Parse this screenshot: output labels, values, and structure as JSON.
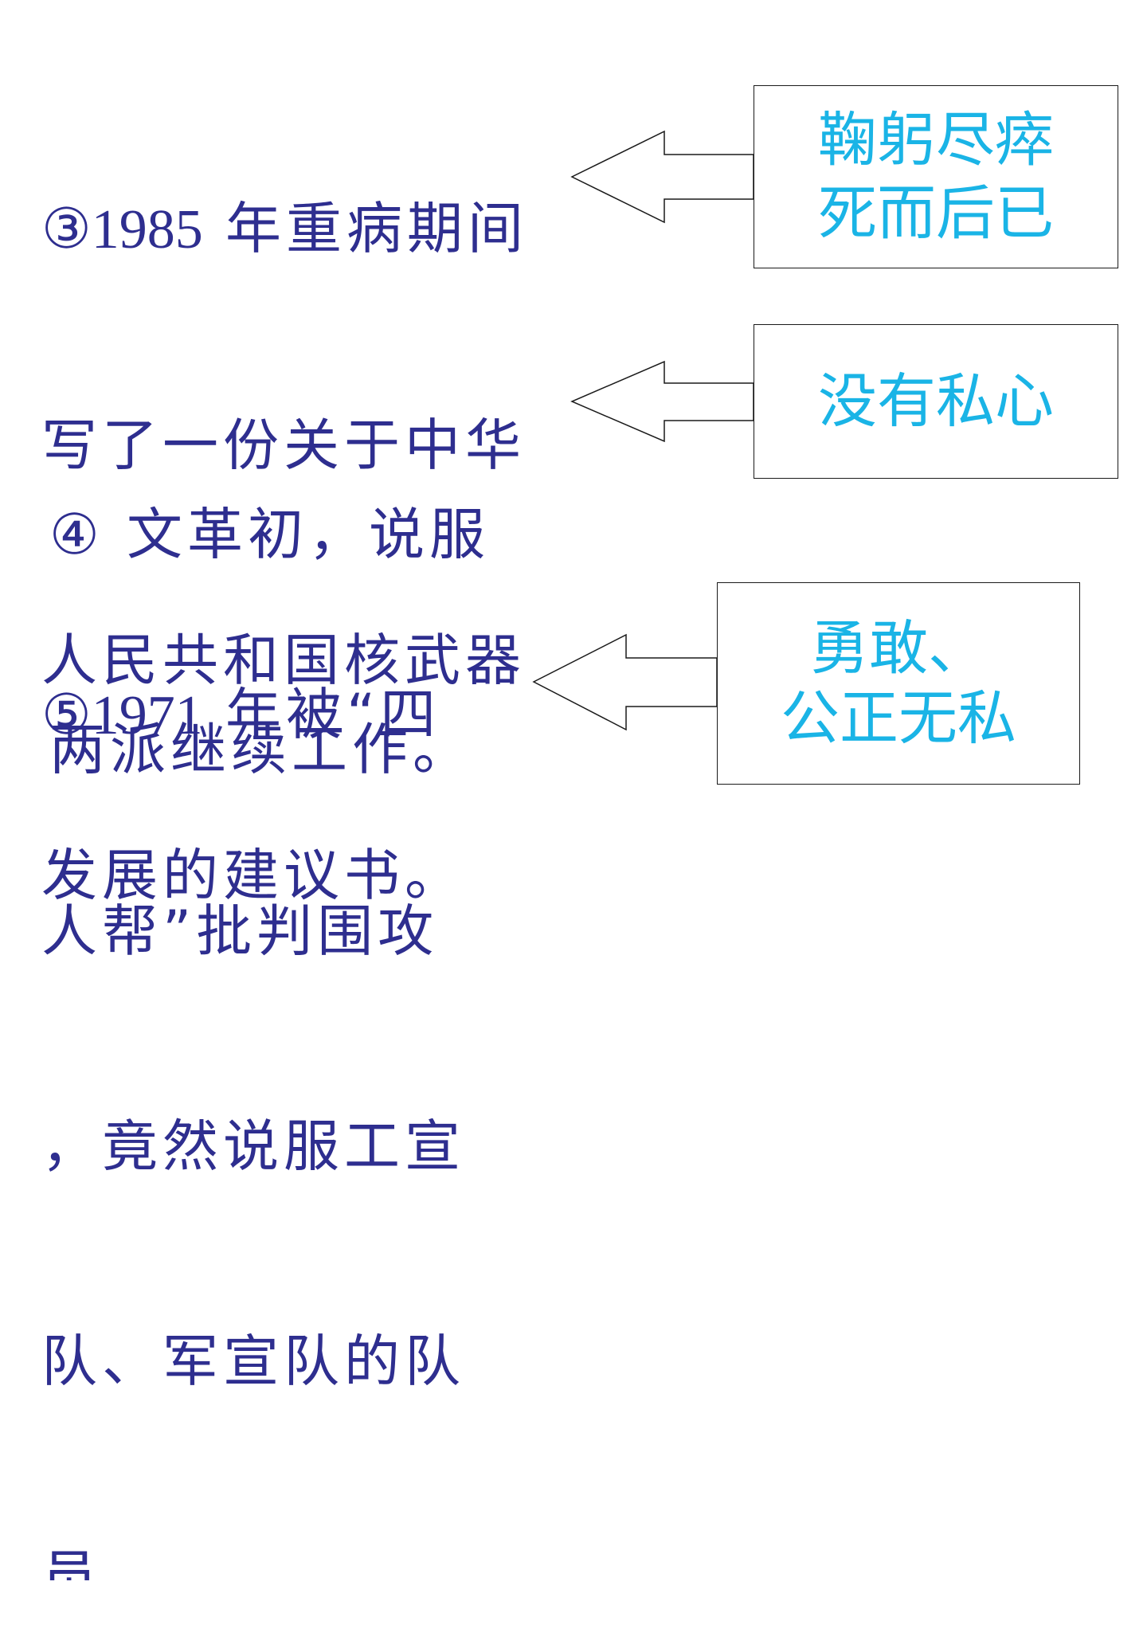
{
  "statements": [
    {
      "lines": [
        {
          "marker": "③1985",
          "text": " 年重病期间"
        },
        {
          "text": "写了一份关于中华"
        },
        {
          "text": "人民共和国核武器"
        },
        {
          "text": "发展的建议书。"
        }
      ]
    },
    {
      "lines": [
        {
          "text": "④ 文革初，说服"
        },
        {
          "text": "两派继续工作。"
        }
      ]
    },
    {
      "lines": [
        {
          "marker": "⑤1971",
          "text": " 年被“四"
        },
        {
          "text": "人帮”批判围攻"
        },
        {
          "text": "，竟然说服工宣"
        },
        {
          "text": "队、军宣队的队"
        },
        {
          "text": "员"
        }
      ]
    }
  ],
  "qualities": [
    {
      "lines": [
        "鞠躬尽瘁",
        "死而后已"
      ]
    },
    {
      "lines": [
        "没有私心"
      ]
    },
    {
      "lines": [
        "勇敢、",
        "公正无私"
      ]
    }
  ],
  "colors": {
    "statement_text": "#2e2e8f",
    "quality_text": "#1ab4e6",
    "outline": "#1a1a1a",
    "background": "#ffffff"
  }
}
